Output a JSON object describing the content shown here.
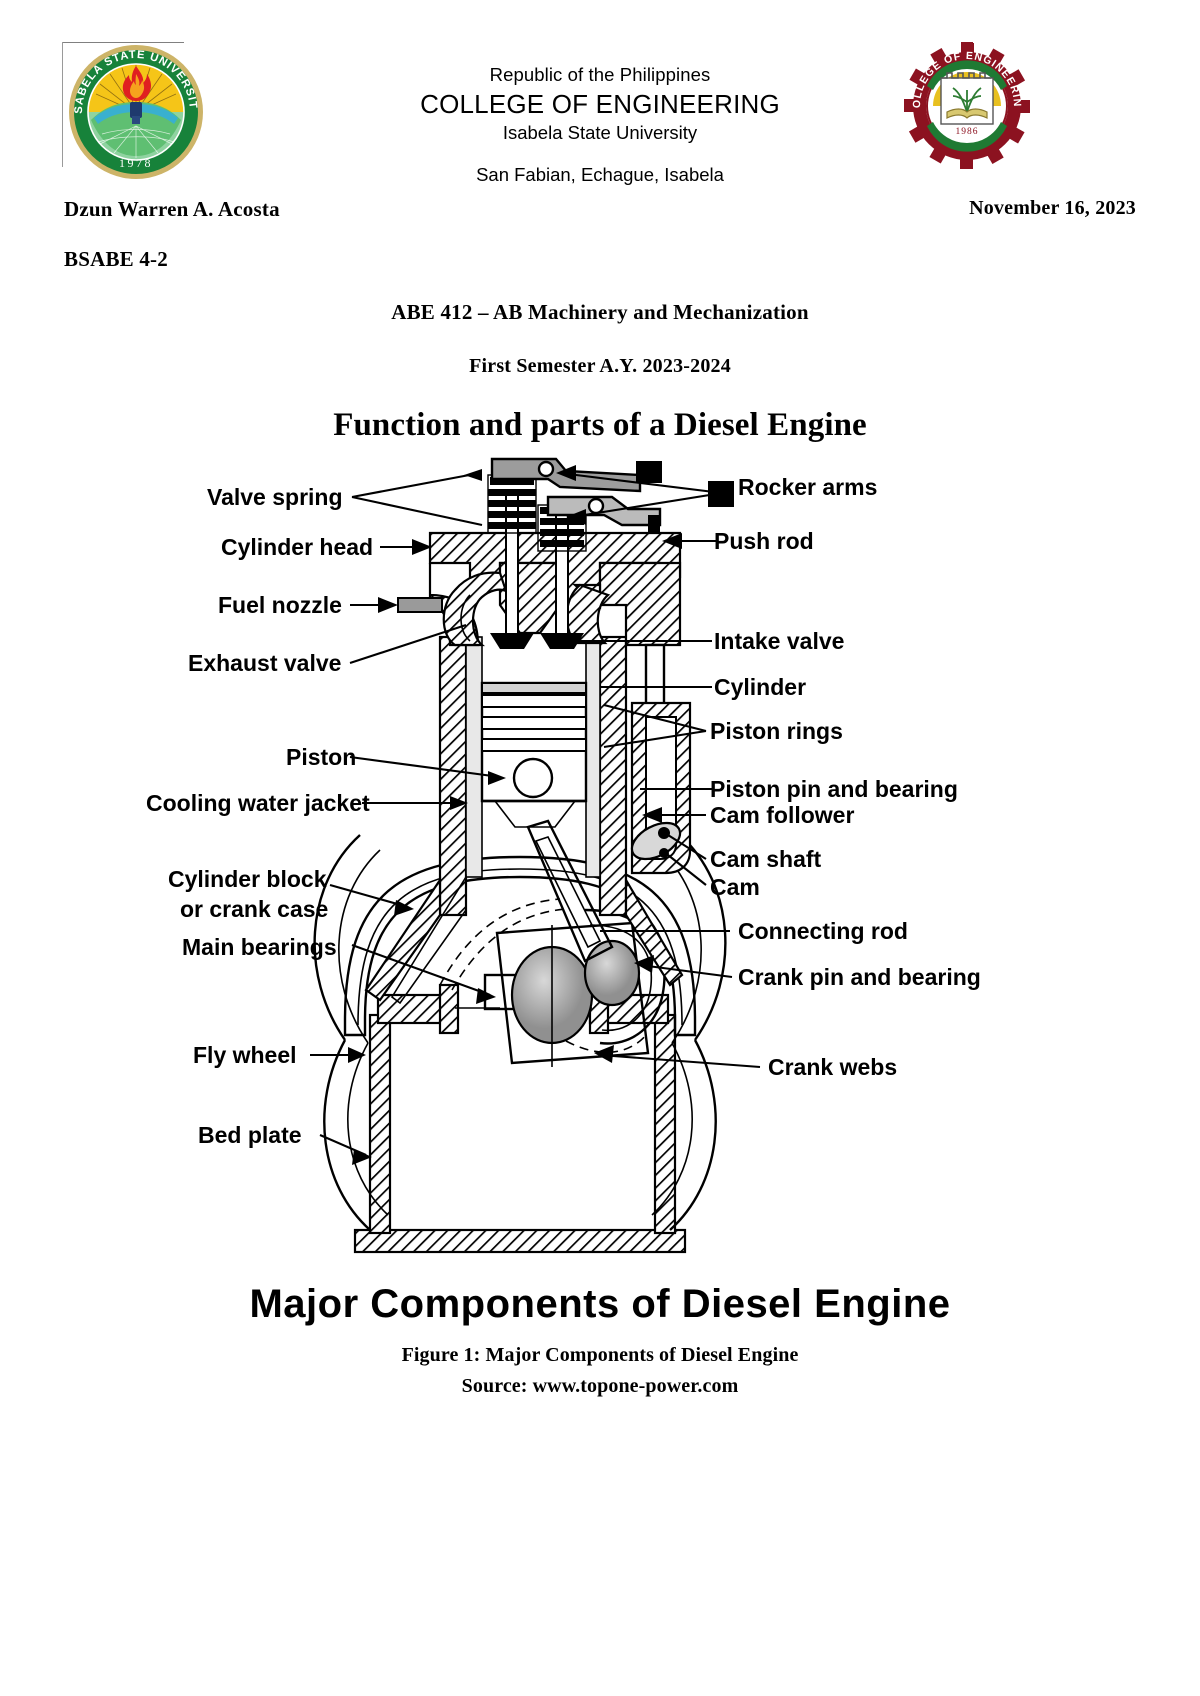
{
  "letterhead": {
    "republic": "Republic of the Philippines",
    "college": "COLLEGE OF ENGINEERING",
    "university": "Isabela State University",
    "campus": "San Fabian, Echague, Isabela",
    "left_logo": {
      "name": "isabela-state-university-seal",
      "ring_text_top": "ISABELA STATE UNIVERSITY",
      "year": "1978",
      "colors": {
        "ring": "#17823a",
        "gold": "#c9a227",
        "inner": "#f5c518",
        "flame": "#e02020",
        "field": "#4a9e4f"
      }
    },
    "right_logo": {
      "name": "college-of-engineering-seal",
      "ring_text": "COLLEGE OF ENGINEERING",
      "year": "1986",
      "colors": {
        "gear": "#8c1220",
        "green": "#1f7a33",
        "yellow": "#e8c020",
        "book": "#d8c870"
      }
    }
  },
  "student": {
    "name": "Dzun Warren A. Acosta",
    "date": "November 16, 2023",
    "section": "BSABE 4-2"
  },
  "course": {
    "code_title": "ABE 412 – AB Machinery and Mechanization",
    "semester": "First Semester A.Y. 2023-2024"
  },
  "document": {
    "title": "Function and parts of a Diesel Engine"
  },
  "figure": {
    "embedded_title": "Major Components of Diesel Engine",
    "caption_line1": "Figure 1: Major Components of Diesel Engine",
    "caption_line2": "Source: www.topone-power.com",
    "labels_left": [
      {
        "id": "valve-spring",
        "text": "Valve spring"
      },
      {
        "id": "cylinder-head",
        "text": "Cylinder head"
      },
      {
        "id": "fuel-nozzle",
        "text": "Fuel nozzle"
      },
      {
        "id": "exhaust-valve",
        "text": "Exhaust valve"
      },
      {
        "id": "piston",
        "text": "Piston"
      },
      {
        "id": "cooling-water-jacket",
        "text": "Cooling water jacket"
      },
      {
        "id": "cylinder-block-1",
        "text": "Cylinder block"
      },
      {
        "id": "cylinder-block-2",
        "text": "or crank case"
      },
      {
        "id": "main-bearings",
        "text": "Main bearings"
      },
      {
        "id": "fly-wheel",
        "text": "Fly wheel"
      },
      {
        "id": "bed-plate",
        "text": "Bed plate"
      }
    ],
    "labels_right": [
      {
        "id": "rocker-arms",
        "text": "Rocker arms"
      },
      {
        "id": "push-rod",
        "text": "Push rod"
      },
      {
        "id": "intake-valve",
        "text": "Intake valve"
      },
      {
        "id": "cylinder",
        "text": "Cylinder"
      },
      {
        "id": "piston-rings",
        "text": "Piston rings"
      },
      {
        "id": "piston-pin-and-bearing",
        "text": "Piston pin and bearing"
      },
      {
        "id": "cam-follower",
        "text": "Cam follower"
      },
      {
        "id": "cam-shaft",
        "text": "Cam shaft"
      },
      {
        "id": "cam",
        "text": "Cam"
      },
      {
        "id": "connecting-rod",
        "text": "Connecting rod"
      },
      {
        "id": "crank-pin-and-bearing",
        "text": "Crank pin and bearing"
      },
      {
        "id": "crank-webs",
        "text": "Crank webs"
      }
    ]
  }
}
